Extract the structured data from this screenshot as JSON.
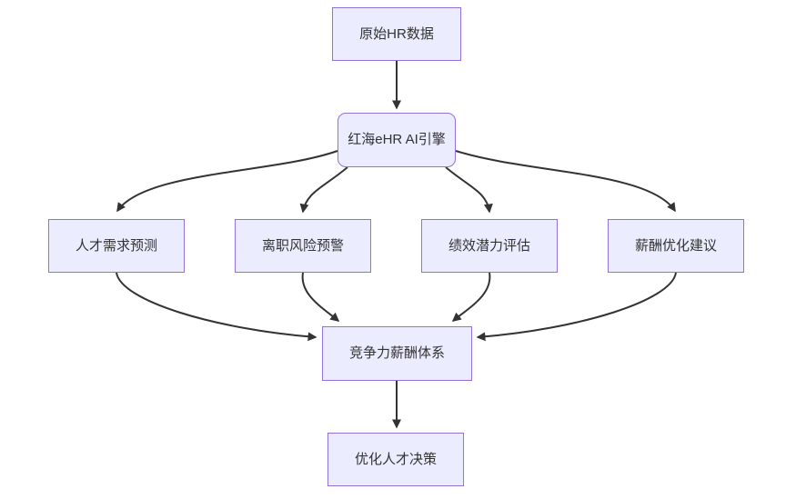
{
  "diagram": {
    "type": "flowchart",
    "direction": "top-down",
    "nodes": {
      "raw_data": {
        "label": "原始HR数据",
        "shape": "rect"
      },
      "ai_engine": {
        "label": "红海eHR AI引擎",
        "shape": "rounded"
      },
      "talent_forecast": {
        "label": "人才需求预测",
        "shape": "rect"
      },
      "attrition_risk": {
        "label": "离职风险预警",
        "shape": "rect"
      },
      "performance_eval": {
        "label": "绩效潜力评估",
        "shape": "rect"
      },
      "salary_advice": {
        "label": "薪酬优化建议",
        "shape": "rect"
      },
      "competitive_pay": {
        "label": "竞争力薪酬体系",
        "shape": "rect"
      },
      "talent_decision": {
        "label": "优化人才决策",
        "shape": "rect"
      }
    },
    "edges": [
      {
        "from": "原始HR数据",
        "to": "红海eHR AI引擎"
      },
      {
        "from": "红海eHR AI引擎",
        "to": "人才需求预测"
      },
      {
        "from": "红海eHR AI引擎",
        "to": "离职风险预警"
      },
      {
        "from": "红海eHR AI引擎",
        "to": "绩效潜力评估"
      },
      {
        "from": "红海eHR AI引擎",
        "to": "薪酬优化建议"
      },
      {
        "from": "人才需求预测",
        "to": "竞争力薪酬体系"
      },
      {
        "from": "离职风险预警",
        "to": "竞争力薪酬体系"
      },
      {
        "from": "绩效潜力评估",
        "to": "竞争力薪酬体系"
      },
      {
        "from": "薪酬优化建议",
        "to": "竞争力薪酬体系"
      },
      {
        "from": "竞争力薪酬体系",
        "to": "优化人才决策"
      }
    ],
    "colors": {
      "node_fill": "#ECECFF",
      "node_border": "#9370DB",
      "edge": "#333333",
      "text": "#333333",
      "background": "#ffffff"
    }
  }
}
